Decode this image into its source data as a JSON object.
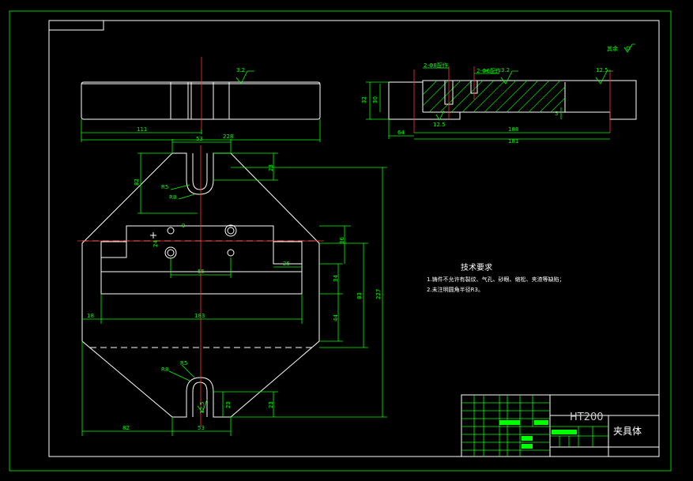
{
  "dimensions": {
    "top_width": "111",
    "top_total": "228",
    "side_height_a": "32",
    "side_height_b": "30",
    "side_len_a": "64",
    "side_len_b": "181",
    "side_len_c": "188",
    "side_small": "5",
    "plan_53_top": "53",
    "plan_82_left": "82",
    "plan_23_top": "23",
    "plan_9": "9",
    "plan_24": "24",
    "plan_36": "36",
    "plan_55": "55",
    "plan_25": "25",
    "plan_34": "34",
    "plan_83": "83",
    "plan_227": "227",
    "plan_18": "18",
    "plan_183": "183",
    "plan_44": "44",
    "plan_23_bottom": "23",
    "plan_82_bottom": "82",
    "plan_53_bottom": "53",
    "plan_r5_top": "R5",
    "plan_r8_top": "R8",
    "plan_r8_bottom": "R8",
    "plan_r5_bottom": "R5"
  },
  "surface_marks": {
    "top_view": "3.2",
    "side_left": "3.2",
    "side_right": "12.5",
    "side_bottom": "12.5",
    "plan_bottom": "12.5",
    "remaining": "其余"
  },
  "callouts": {
    "hole_a": "2-Φ8配作",
    "hole_b": "2-Φ6配作"
  },
  "tech": {
    "title": "技术要求",
    "line1": "1.铸件不允许有裂纹、气孔、砂眼、缩松、夹渣等缺陷；",
    "line2": "2.未注明圆角半径R3。"
  },
  "title_block": {
    "material": "HT200",
    "part_name": "夹具体"
  }
}
